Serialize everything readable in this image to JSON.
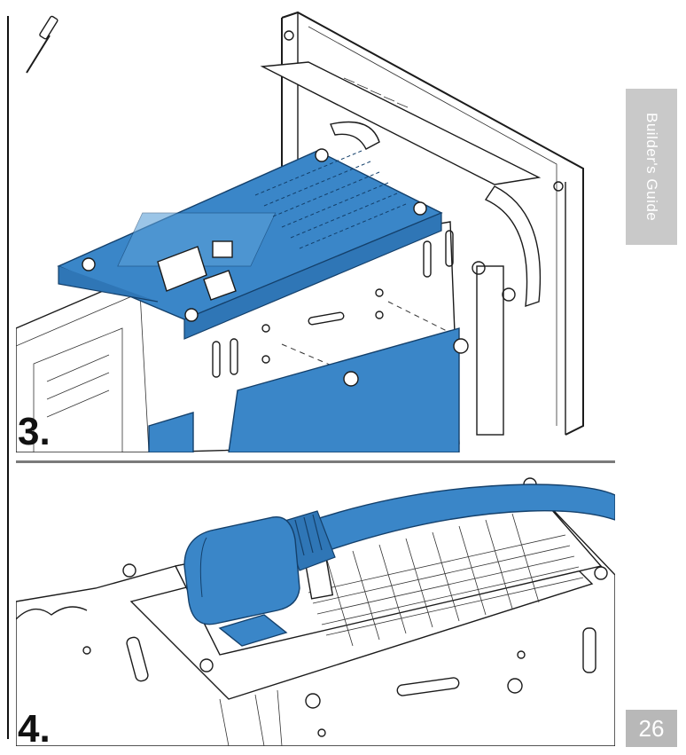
{
  "steps": [
    {
      "number": "3."
    },
    {
      "number": "4."
    }
  ],
  "side_tab": {
    "label": "Builder's Guide"
  },
  "page_number": "26",
  "tool_icon": "screwdriver-icon",
  "colors": {
    "accent": "#3a86c8",
    "tab": "#c9c9c9"
  }
}
